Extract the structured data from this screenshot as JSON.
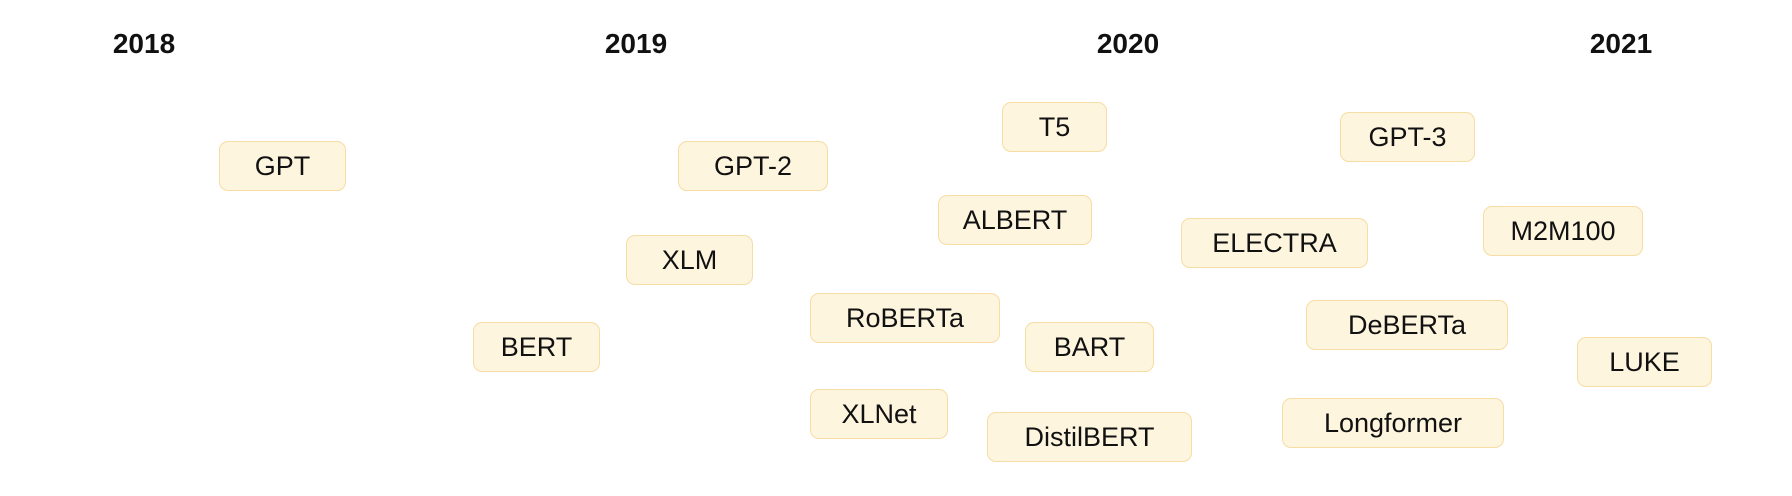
{
  "years": [
    "2018",
    "2019",
    "2020",
    "2021"
  ],
  "models": [
    "GPT",
    "BERT",
    "GPT-2",
    "XLM",
    "RoBERTa",
    "XLNet",
    "T5",
    "ALBERT",
    "BART",
    "DistilBERT",
    "ELECTRA",
    "GPT-3",
    "M2M100",
    "DeBERTa",
    "Longformer",
    "LUKE"
  ],
  "colors": {
    "box_fill": "#fef5de",
    "box_border": "#f5dda4",
    "text": "#111111"
  }
}
